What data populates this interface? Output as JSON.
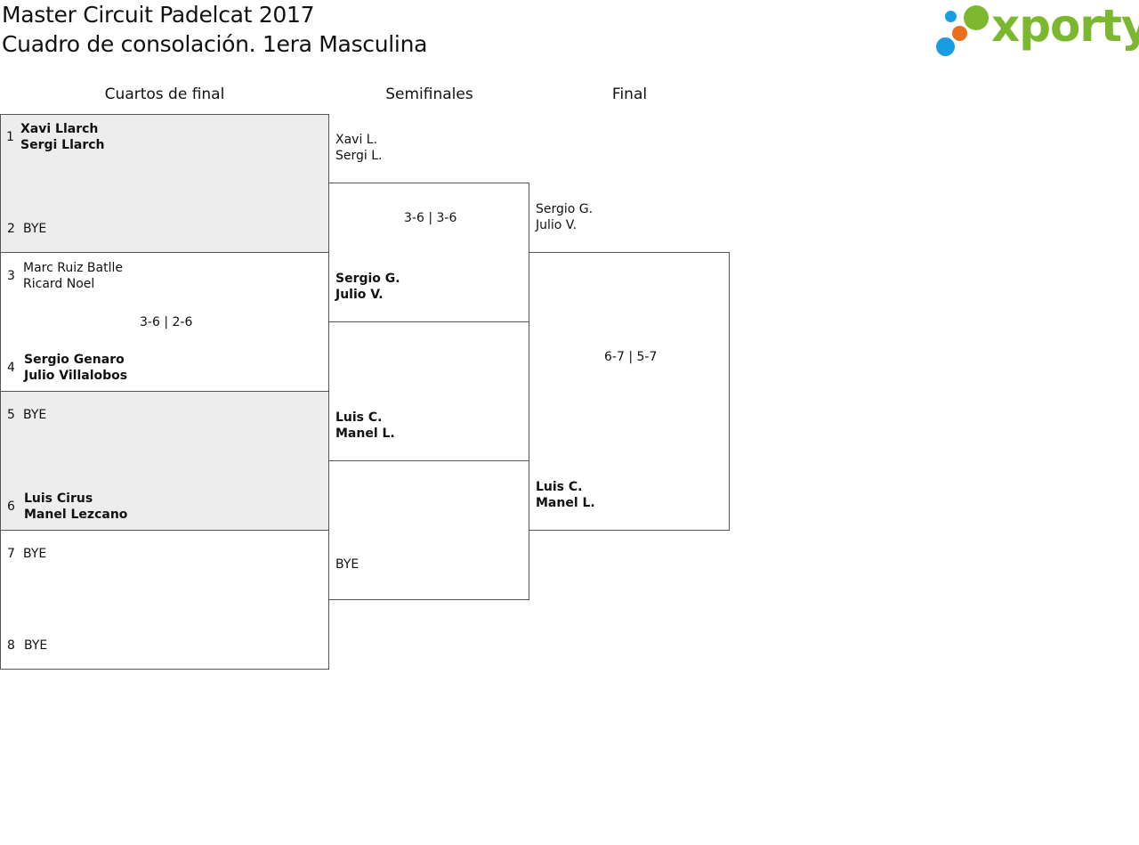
{
  "header": {
    "title": "Master Circuit Padelcat 2017",
    "subtitle": "Cuadro de consolación. 1era Masculina",
    "logo_text": "xporty",
    "logo_colors": {
      "blue": "#1a9ce0",
      "green": "#7cb82f",
      "orange": "#e86f1c"
    }
  },
  "rounds": {
    "quarterfinals": "Cuartos de final",
    "semifinals": "Semifinales",
    "final": "Final"
  },
  "quarterfinals": [
    {
      "top": {
        "seed": "1",
        "line1": "Xavi Llarch",
        "line2": "Sergi Llarch",
        "winner": true
      },
      "bottom": {
        "seed": "2",
        "line1": "BYE",
        "line2": "",
        "winner": false
      },
      "score": "",
      "shaded": true
    },
    {
      "top": {
        "seed": "3",
        "line1": "Marc Ruiz Batlle",
        "line2": "Ricard Noel",
        "winner": false
      },
      "bottom": {
        "seed": "4",
        "line1": "Sergio Genaro",
        "line2": "Julio Villalobos",
        "winner": true
      },
      "score": "3-6 | 2-6",
      "shaded": false
    },
    {
      "top": {
        "seed": "5",
        "line1": "BYE",
        "line2": "",
        "winner": false
      },
      "bottom": {
        "seed": "6",
        "line1": "Luis Cirus",
        "line2": "Manel Lezcano",
        "winner": true
      },
      "score": "",
      "shaded": true
    },
    {
      "top": {
        "seed": "7",
        "line1": "BYE",
        "line2": "",
        "winner": false
      },
      "bottom": {
        "seed": "8",
        "line1": "BYE",
        "line2": "",
        "winner": false
      },
      "score": "",
      "shaded": false
    }
  ],
  "semifinals": [
    {
      "top": {
        "line1": "Xavi L.",
        "line2": "Sergi L.",
        "winner": false
      },
      "bottom": {
        "line1": "Sergio G.",
        "line2": "Julio V.",
        "winner": true
      },
      "score": "3-6 | 3-6"
    },
    {
      "top": {
        "line1": "Luis C.",
        "line2": "Manel L.",
        "winner": true
      },
      "bottom": {
        "line1": "BYE",
        "line2": "",
        "winner": false
      },
      "score": ""
    }
  ],
  "final": {
    "top": {
      "line1": "Sergio G.",
      "line2": "Julio V.",
      "winner": false
    },
    "bottom": {
      "line1": "Luis C.",
      "line2": "Manel L.",
      "winner": true
    },
    "score": "6-7 | 5-7"
  }
}
